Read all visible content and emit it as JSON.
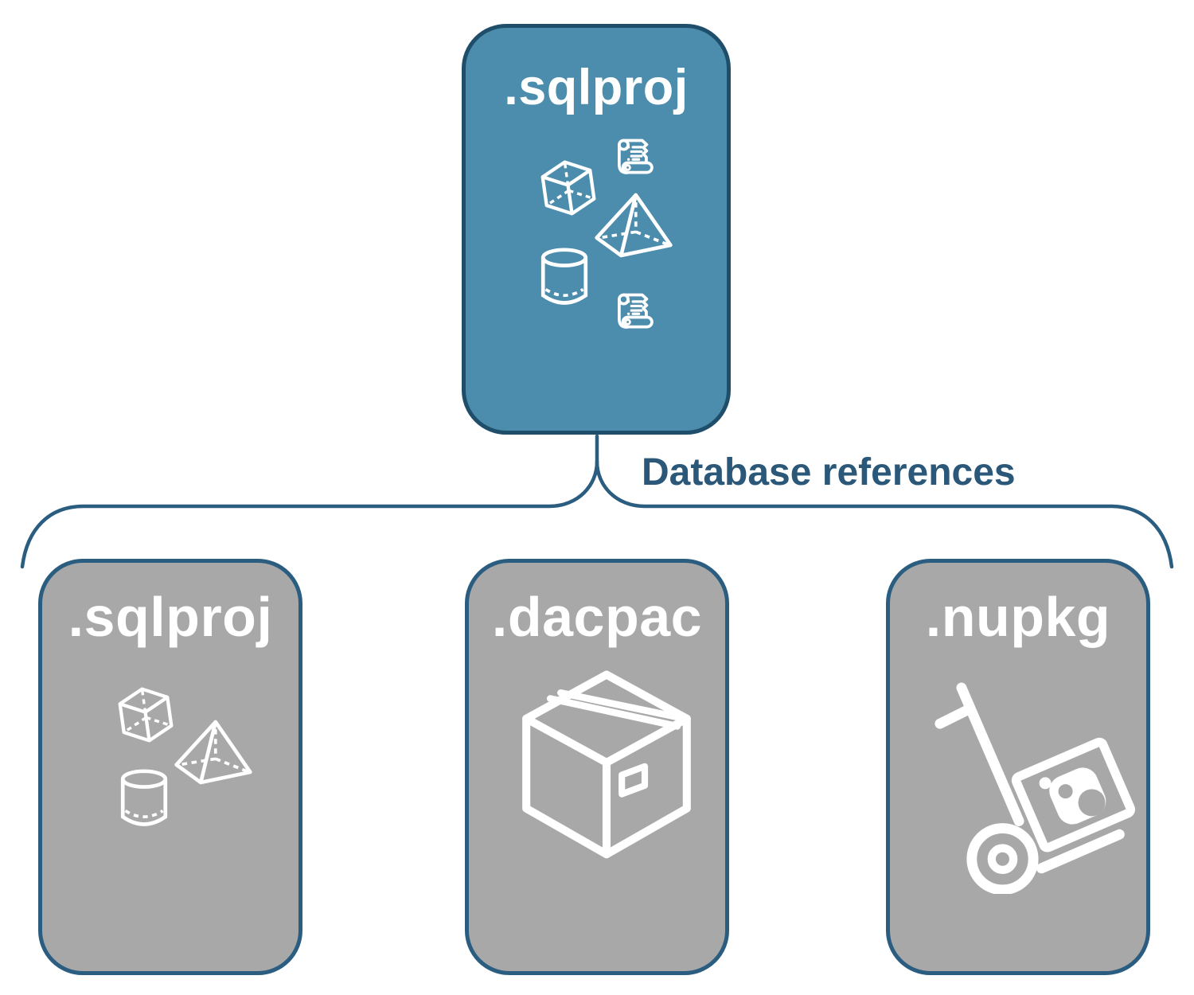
{
  "diagram": {
    "connector_label": "Database references",
    "root_card": {
      "label": ".sqlproj",
      "icons": [
        "cube-icon",
        "scroll-icon",
        "pyramid-icon",
        "cylinder-icon",
        "scroll-icon"
      ]
    },
    "child_cards": [
      {
        "label": ".sqlproj",
        "icons": [
          "cube-icon",
          "pyramid-icon",
          "cylinder-icon"
        ]
      },
      {
        "label": ".dacpac",
        "icons": [
          "package-box-icon"
        ]
      },
      {
        "label": ".nupkg",
        "icons": [
          "hand-truck-icon"
        ]
      }
    ],
    "colors": {
      "background": "#ffffff",
      "root_fill": "#4c8cac",
      "root_border": "#1f4e6b",
      "child_fill": "#a8a8a8",
      "child_border": "#2a5d80",
      "connector": "#2a5d80",
      "label_text": "#2b5878",
      "icon": "#ffffff"
    }
  }
}
